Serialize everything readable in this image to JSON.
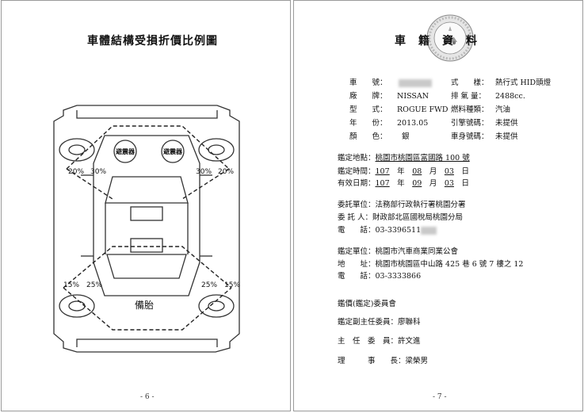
{
  "left_page": {
    "title": "車體結構受損折價比例圖",
    "page_number": "- 6 -",
    "diagram": {
      "pct_20": "20%",
      "pct_30": "30%",
      "pct_25": "25%",
      "pct_15": "15%",
      "shock_absorber": "避震器",
      "spare_tire": "備胎"
    }
  },
  "right_page": {
    "title": "車　籍　資　料",
    "page_number": "- 7 -",
    "vehicle": {
      "plate_label": "車　　號：",
      "style_label": "式　　樣：",
      "style_value": "熱行式 HID頭燈",
      "brand_label": "廠　　牌：",
      "brand_value": "NISSAN",
      "displacement_label": "排 氣 量：",
      "displacement_value": "2488cc.",
      "model_label": "型　　式：",
      "model_value": "ROGUE FWD",
      "fuel_label": "燃料種類：",
      "fuel_value": "汽油",
      "year_label": "年　　份：",
      "year_value": "2013.05",
      "engine_label": "引擎號碼：",
      "engine_value": "未提供",
      "color_label": "顏　　色：",
      "color_value": "銀",
      "chassis_label": "車身號碼：",
      "chassis_value": "未提供"
    },
    "appraisal": {
      "location_label": "鑑定地點：",
      "location_value": "桃園市桃園區富國路 100 號",
      "time_label": "鑑定時間：",
      "time_year": "107",
      "time_month": "08",
      "time_day": "03",
      "valid_label": "有效日期：",
      "valid_year": "107",
      "valid_month": "09",
      "valid_day": "03",
      "year_unit": "年",
      "month_unit": "月",
      "day_unit": "日"
    },
    "client": {
      "unit_label": "委託單位：",
      "unit_value": "法務部行政執行署桃園分署",
      "person_label": "委 託 人：",
      "person_value": "財政部北區國稅局桃園分局",
      "phone_label": "電　　話：",
      "phone_value": "03-3396511"
    },
    "appraiser": {
      "unit_label": "鑑定單位：",
      "unit_value": "桃園市汽車商業同業公會",
      "address_label": "地　　址：",
      "address_value": "桃園市桃園區中山路 425 巷 6 號 7 樓之 12",
      "phone_label": "電　　話：",
      "phone_value": "03-3333866"
    },
    "committee": {
      "name": "鑑價(鑑定)委員會",
      "vice_chair": "鑑定副主任委員：廖聯科",
      "member": "主　任　委　員：許文進",
      "director": "理　　　事　　長：梁榮男"
    }
  }
}
